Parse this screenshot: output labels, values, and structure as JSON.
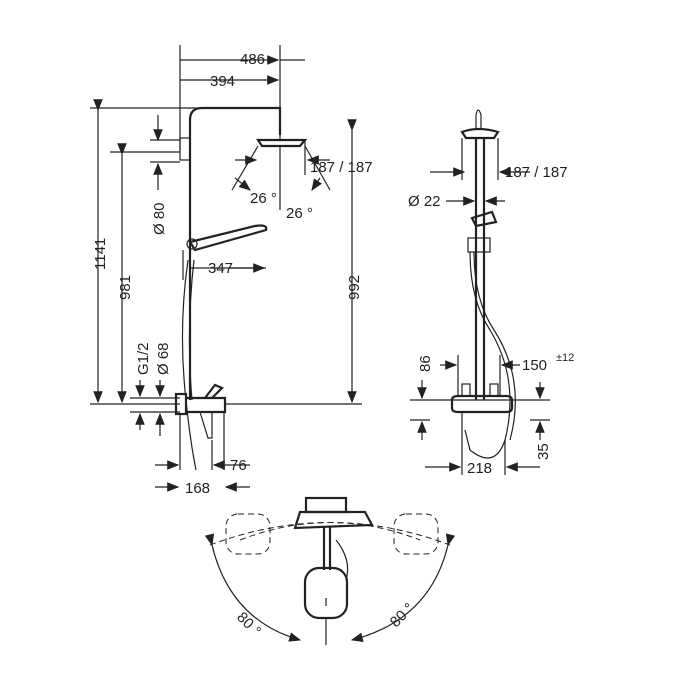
{
  "side_view": {
    "width_total": "486",
    "width_arm": "394",
    "height_total": "1141",
    "height_mid": "981",
    "diameter_head": "Ø 80",
    "angle_left": "26 °",
    "angle_right": "26 °",
    "head_size": "187 / 187",
    "hand_offset": "347",
    "height_head": "992",
    "thread": "G1/2",
    "diameter_mixer": "Ø 68",
    "spout_depth": "76",
    "mixer_depth": "168"
  },
  "front_view": {
    "head_size": "187 / 187",
    "diameter_pipe": "Ø 22",
    "height_86": "86",
    "center_distance": "150",
    "center_tolerance": "±12",
    "height_35": "35",
    "width_218": "218"
  },
  "top_view": {
    "angle_left": "80 °",
    "angle_right": "80 °"
  }
}
